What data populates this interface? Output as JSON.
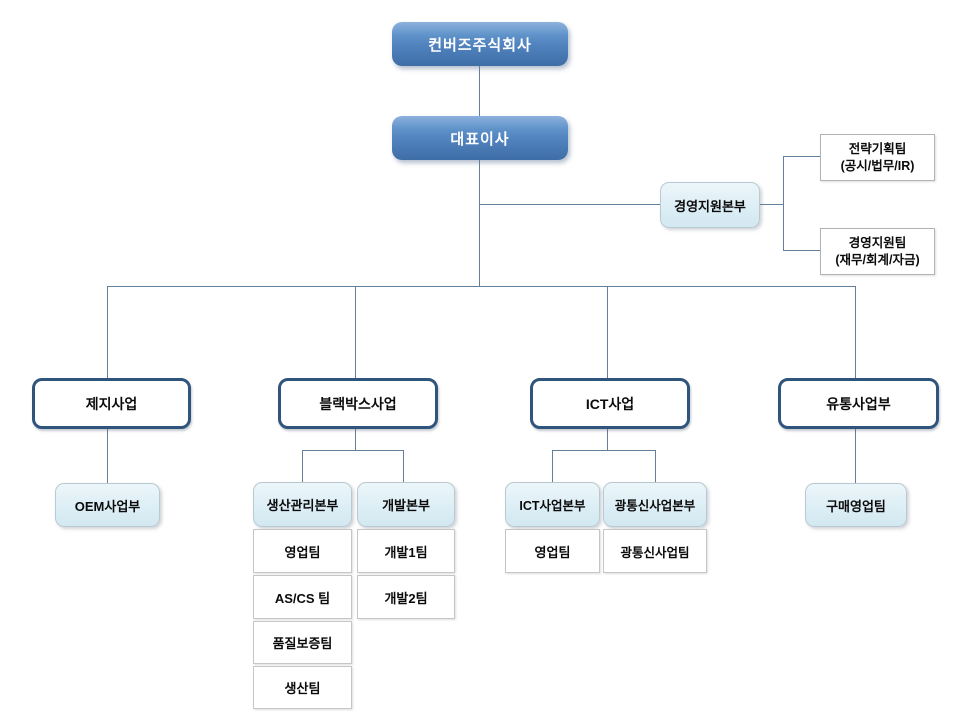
{
  "colors": {
    "banner-main": "#4f81bd",
    "banner-backing": "#b6cbe3",
    "lightbox-fill": "#d9ecf4",
    "branch-border": "#30557d",
    "connector": "#62809c",
    "team-border": "#c6c6c6"
  },
  "nodes": {
    "company": "컨버즈주식회사",
    "ceo": "대표이사",
    "mgmt_hq": "경영지원본부",
    "strategy_team": {
      "line1": "전략기획팀",
      "line2": "(공시/법무/IR)"
    },
    "mgmt_team": {
      "line1": "경영지원팀",
      "line2": "(재무/회계/자금)"
    },
    "paper_div": "제지사업",
    "oem": "OEM사업부",
    "blackbox_div": "블랙박스사업",
    "production_hq": "생산관리본부",
    "dev_hq": "개발본부",
    "prod_sales_team": "영업팀",
    "ascs_team": "AS/CS 팀",
    "qa_team": "품질보증팀",
    "production_team": "생산팀",
    "dev_team1": "개발1팀",
    "dev_team2": "개발2팀",
    "ict_div": "ICT사업",
    "ict_hq": "ICT사업본부",
    "optical_hq": "광통신사업본부",
    "ict_sales_team": "영업팀",
    "optical_team": "광통신사업팀",
    "dist_div": "유통사업부",
    "purchase_team": "구매영업팀"
  }
}
